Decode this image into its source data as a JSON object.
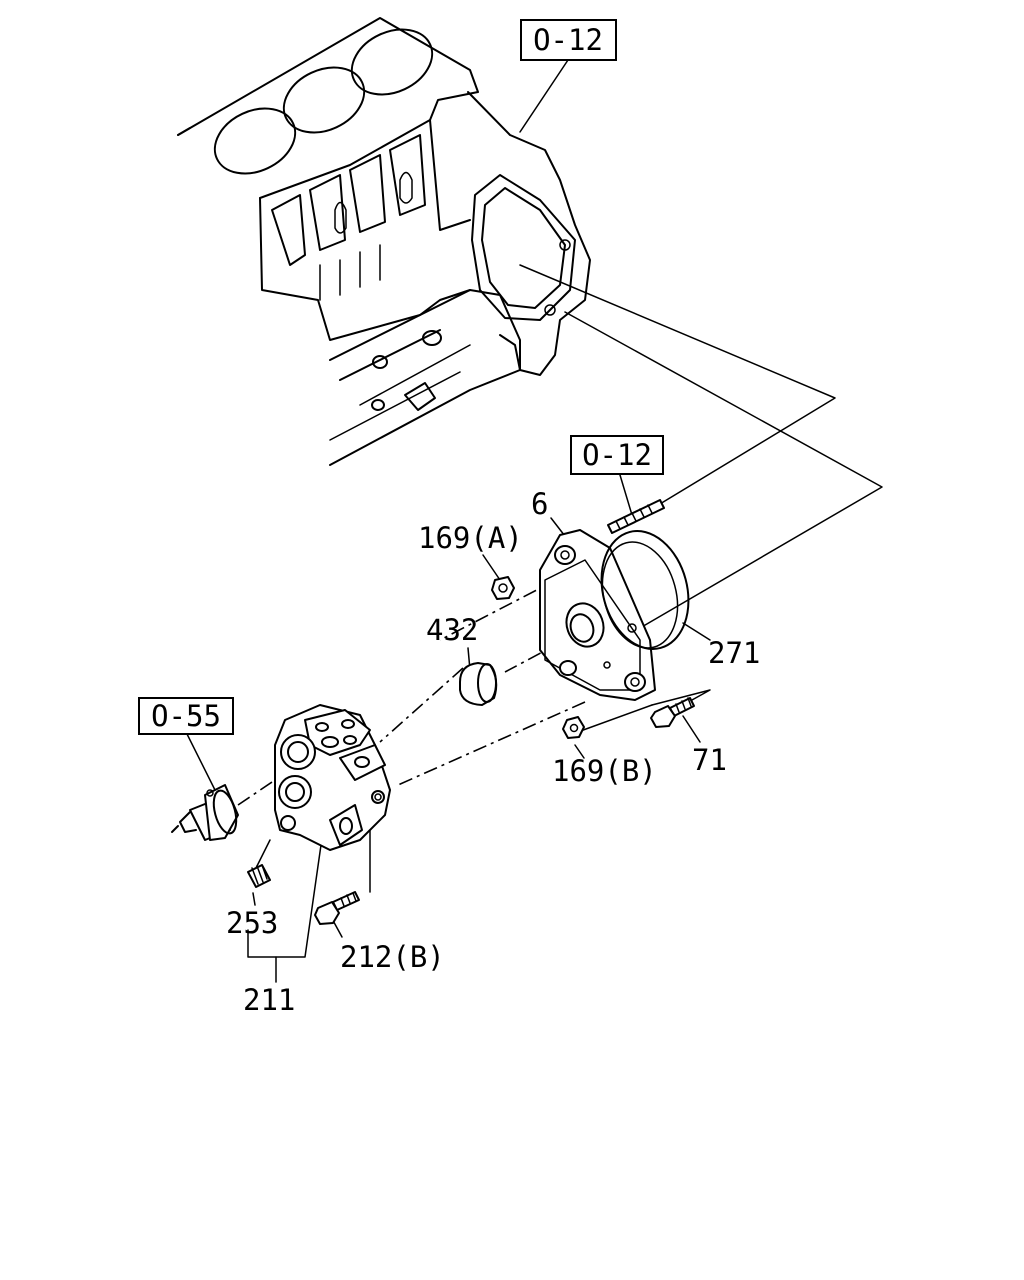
{
  "references": {
    "ref_top": "O-12",
    "ref_mid": "O-12",
    "ref_left": "O-55"
  },
  "labels": {
    "p6": "6",
    "p169a": "169(A)",
    "p432": "432",
    "p271": "271",
    "p169b": "169(B)",
    "p71": "71",
    "p253": "253",
    "p212b": "212(B)",
    "p211": "211"
  }
}
